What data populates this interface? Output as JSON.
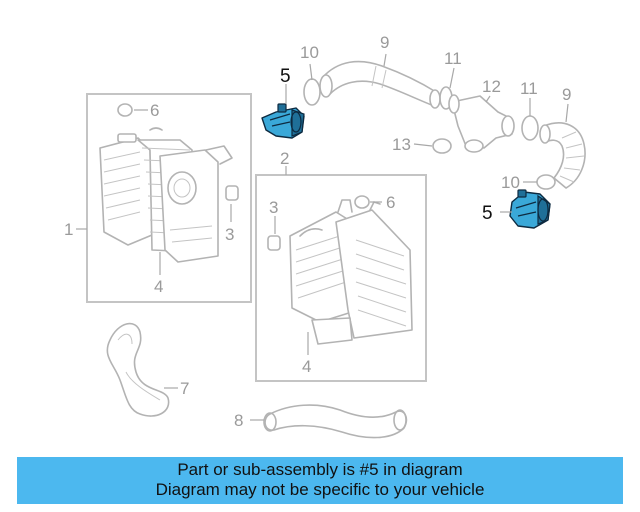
{
  "callouts": {
    "c1": "1",
    "c2": "2",
    "c3a": "3",
    "c3b": "3",
    "c4a": "4",
    "c4b": "4",
    "c5a": "5",
    "c5b": "5",
    "c6a": "6",
    "c6b": "6",
    "c7": "7",
    "c8": "8",
    "c9a": "9",
    "c9b": "9",
    "c10a": "10",
    "c10b": "10",
    "c11a": "11",
    "c11b": "11",
    "c12": "12",
    "c13": "13"
  },
  "highlight": {
    "part": "5",
    "fill_color": "#3aa8d8",
    "outline_color": "#0d2a40"
  },
  "banner": {
    "line1": "Part or sub-assembly is #5 in diagram",
    "line2": "Diagram may not be specific to your vehicle",
    "background": "#4cb8ef"
  }
}
